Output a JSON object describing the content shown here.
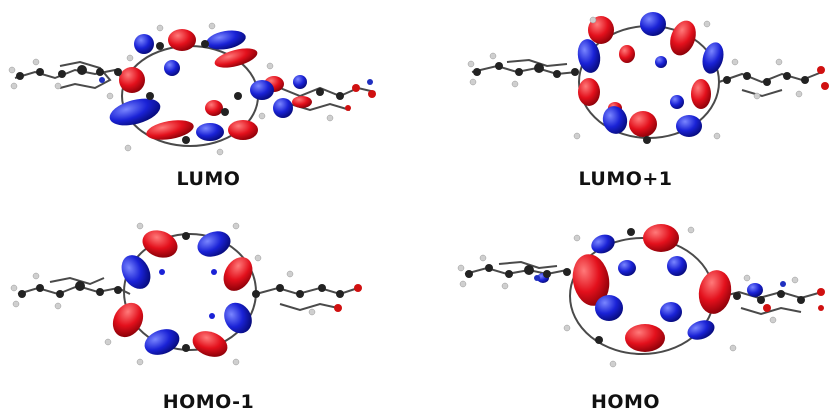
{
  "orbitals": [
    {
      "id": "lumo",
      "label": "LUMO"
    },
    {
      "id": "lumo1",
      "label": "LUMO+1"
    },
    {
      "id": "homo1",
      "label": "HOMO-1"
    },
    {
      "id": "homo",
      "label": "HOMO"
    }
  ],
  "colors": {
    "positive_lobe": "#e3101c",
    "negative_lobe": "#1a22d6",
    "carbon": "#222222",
    "hydrogen": "#cfcfcf",
    "oxygen": "#d01010",
    "nitrogen": "#2030c0",
    "bond": "#4a4a4a"
  }
}
